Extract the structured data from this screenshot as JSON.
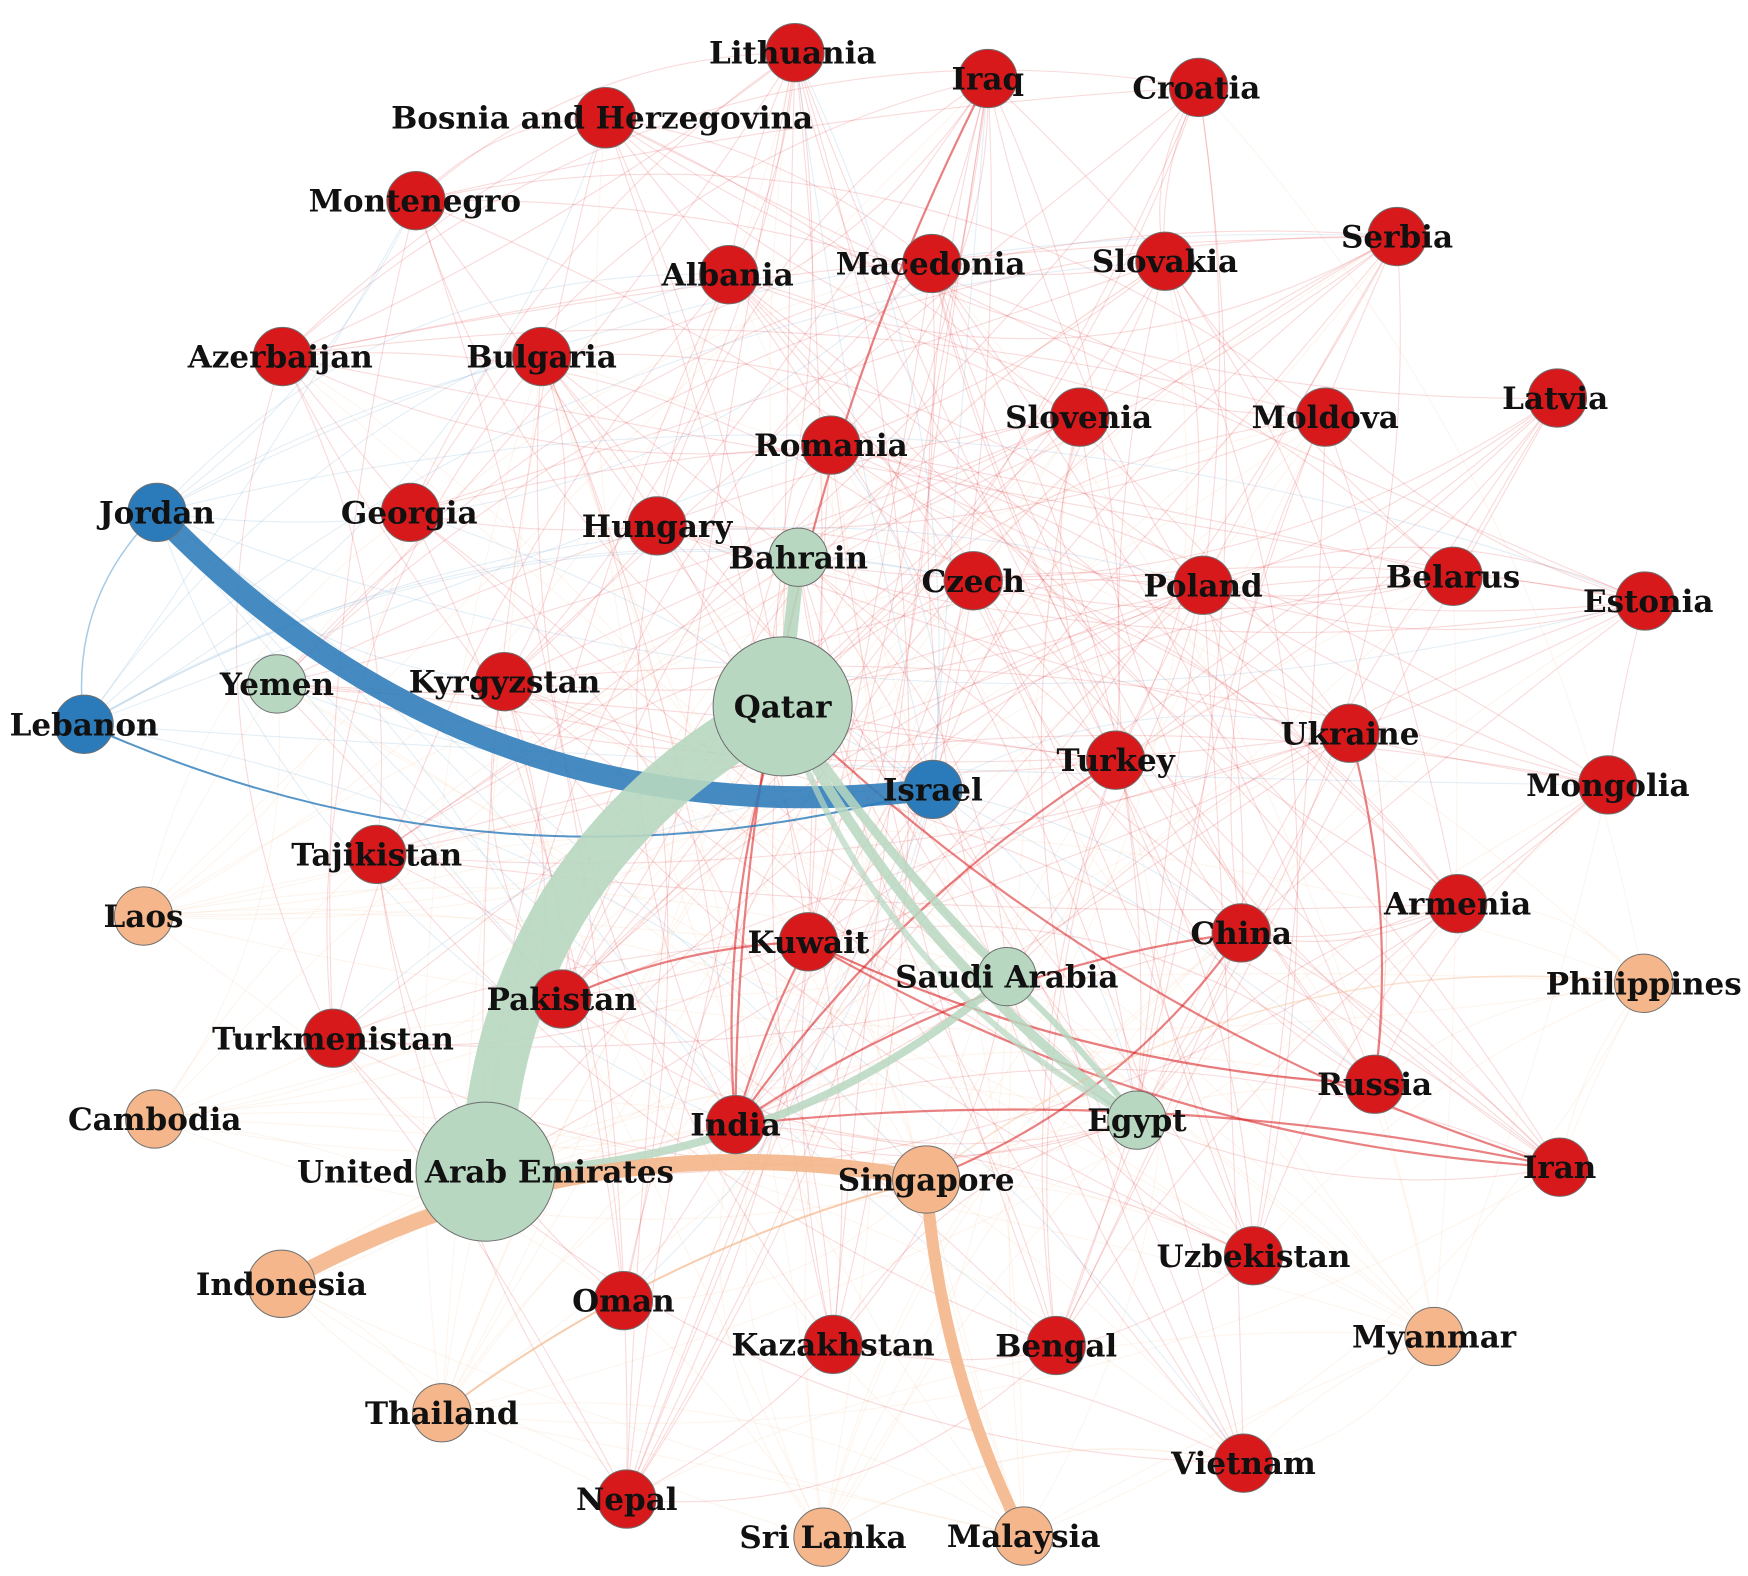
{
  "network": {
    "colors": {
      "red": "#d7191c",
      "green": "#b7d7c0",
      "blue": "#2b7bba",
      "orange": "#f4b68a"
    },
    "nodes": [
      {
        "id": "lithuania",
        "label": "Lithuania",
        "group": "red"
      },
      {
        "id": "iraq",
        "label": "Iraq",
        "group": "red"
      },
      {
        "id": "croatia",
        "label": "Croatia",
        "group": "red"
      },
      {
        "id": "bosnia",
        "label": "Bosnia and Herzegovina",
        "group": "red"
      },
      {
        "id": "montenegro",
        "label": "Montenegro",
        "group": "red"
      },
      {
        "id": "serbia",
        "label": "Serbia",
        "group": "red"
      },
      {
        "id": "albania",
        "label": "Albania",
        "group": "red"
      },
      {
        "id": "macedonia",
        "label": "Macedonia",
        "group": "red"
      },
      {
        "id": "slovakia",
        "label": "Slovakia",
        "group": "red"
      },
      {
        "id": "azerbaijan",
        "label": "Azerbaijan",
        "group": "red"
      },
      {
        "id": "bulgaria",
        "label": "Bulgaria",
        "group": "red"
      },
      {
        "id": "latvia",
        "label": "Latvia",
        "group": "red"
      },
      {
        "id": "slovenia",
        "label": "Slovenia",
        "group": "red"
      },
      {
        "id": "moldova",
        "label": "Moldova",
        "group": "red"
      },
      {
        "id": "romania",
        "label": "Romania",
        "group": "red"
      },
      {
        "id": "jordan",
        "label": "Jordan",
        "group": "blue"
      },
      {
        "id": "georgia",
        "label": "Georgia",
        "group": "red"
      },
      {
        "id": "hungary",
        "label": "Hungary",
        "group": "red"
      },
      {
        "id": "bahrain",
        "label": "Bahrain",
        "group": "green"
      },
      {
        "id": "czech",
        "label": "Czech",
        "group": "red"
      },
      {
        "id": "poland",
        "label": "Poland",
        "group": "red"
      },
      {
        "id": "belarus",
        "label": "Belarus",
        "group": "red"
      },
      {
        "id": "estonia",
        "label": "Estonia",
        "group": "red"
      },
      {
        "id": "yemen",
        "label": "Yemen",
        "group": "green"
      },
      {
        "id": "kyrgyzstan",
        "label": "Kyrgyzstan",
        "group": "red"
      },
      {
        "id": "qatar",
        "label": "Qatar",
        "group": "green"
      },
      {
        "id": "lebanon",
        "label": "Lebanon",
        "group": "blue"
      },
      {
        "id": "ukraine",
        "label": "Ukraine",
        "group": "red"
      },
      {
        "id": "turkey",
        "label": "Turkey",
        "group": "red"
      },
      {
        "id": "israel",
        "label": "Israel",
        "group": "blue"
      },
      {
        "id": "mongolia",
        "label": "Mongolia",
        "group": "red"
      },
      {
        "id": "tajikistan",
        "label": "Tajikistan",
        "group": "red"
      },
      {
        "id": "laos",
        "label": "Laos",
        "group": "orange"
      },
      {
        "id": "armenia",
        "label": "Armenia",
        "group": "red"
      },
      {
        "id": "kuwait",
        "label": "Kuwait",
        "group": "red"
      },
      {
        "id": "china",
        "label": "China",
        "group": "red"
      },
      {
        "id": "saudi",
        "label": "Saudi Arabia",
        "group": "green"
      },
      {
        "id": "philippines",
        "label": "Philippines",
        "group": "orange"
      },
      {
        "id": "pakistan",
        "label": "Pakistan",
        "group": "red"
      },
      {
        "id": "turkmenistan",
        "label": "Turkmenistan",
        "group": "red"
      },
      {
        "id": "russia",
        "label": "Russia",
        "group": "red"
      },
      {
        "id": "cambodia",
        "label": "Cambodia",
        "group": "orange"
      },
      {
        "id": "india",
        "label": "India",
        "group": "red"
      },
      {
        "id": "egypt",
        "label": "Egypt",
        "group": "green"
      },
      {
        "id": "uae",
        "label": "United Arab Emirates",
        "group": "green"
      },
      {
        "id": "singapore",
        "label": "Singapore",
        "group": "orange"
      },
      {
        "id": "iran",
        "label": "Iran",
        "group": "red"
      },
      {
        "id": "indonesia",
        "label": "Indonesia",
        "group": "orange"
      },
      {
        "id": "uzbekistan",
        "label": "Uzbekistan",
        "group": "red"
      },
      {
        "id": "oman",
        "label": "Oman",
        "group": "red"
      },
      {
        "id": "myanmar",
        "label": "Myanmar",
        "group": "orange"
      },
      {
        "id": "kazakhstan",
        "label": "Kazakhstan",
        "group": "red"
      },
      {
        "id": "bengal",
        "label": "Bengal",
        "group": "red"
      },
      {
        "id": "thailand",
        "label": "Thailand",
        "group": "orange"
      },
      {
        "id": "vietnam",
        "label": "Vietnam",
        "group": "red"
      },
      {
        "id": "nepal",
        "label": "Nepal",
        "group": "red"
      },
      {
        "id": "srilanka",
        "label": "Sri Lanka",
        "group": "orange"
      },
      {
        "id": "malaysia",
        "label": "Malaysia",
        "group": "orange"
      }
    ]
  }
}
